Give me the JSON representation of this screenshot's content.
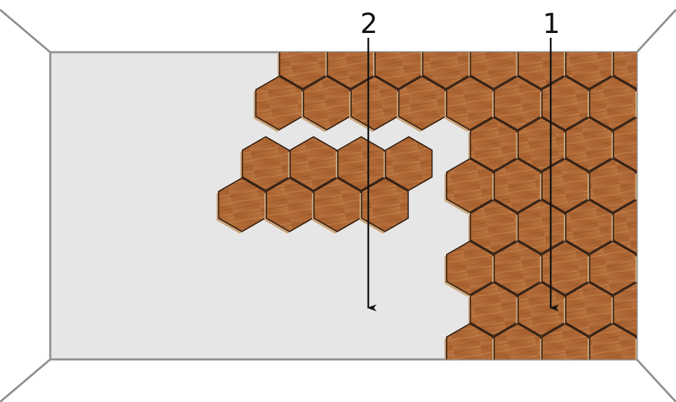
{
  "diagram": {
    "callouts": [
      {
        "id": "1",
        "label": "1"
      },
      {
        "id": "2",
        "label": "2"
      }
    ],
    "colors": {
      "background": "#ffffff",
      "room_outline": "#8f8f8f",
      "wall_fill": "#e6e6e6",
      "tile_fill": "#b0693a",
      "tile_light": "#c98a55",
      "tile_dark": "#8f4f26",
      "tile_outline": "#2b1a10",
      "tile_shadow": "#caa47a",
      "arrow": "#111111"
    }
  }
}
